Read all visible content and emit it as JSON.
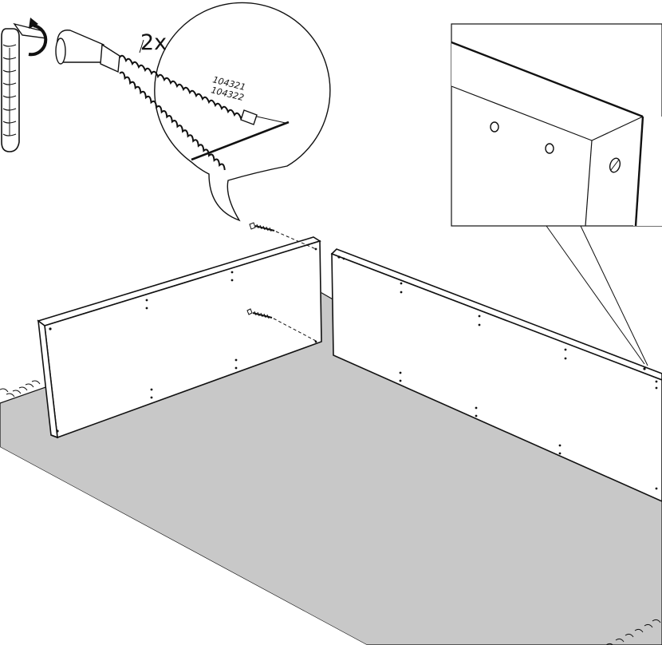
{
  "step": {
    "quantity_label": "2x",
    "part_numbers": [
      "104321",
      "104322"
    ]
  },
  "colors": {
    "floor": "#c8c8c8",
    "line": "#111111",
    "panel": "#ffffff"
  },
  "icons": [
    "screwdriver-icon",
    "rotate-clockwise-icon",
    "screw-icon",
    "magnifier-callout",
    "detail-zoom-callout"
  ]
}
